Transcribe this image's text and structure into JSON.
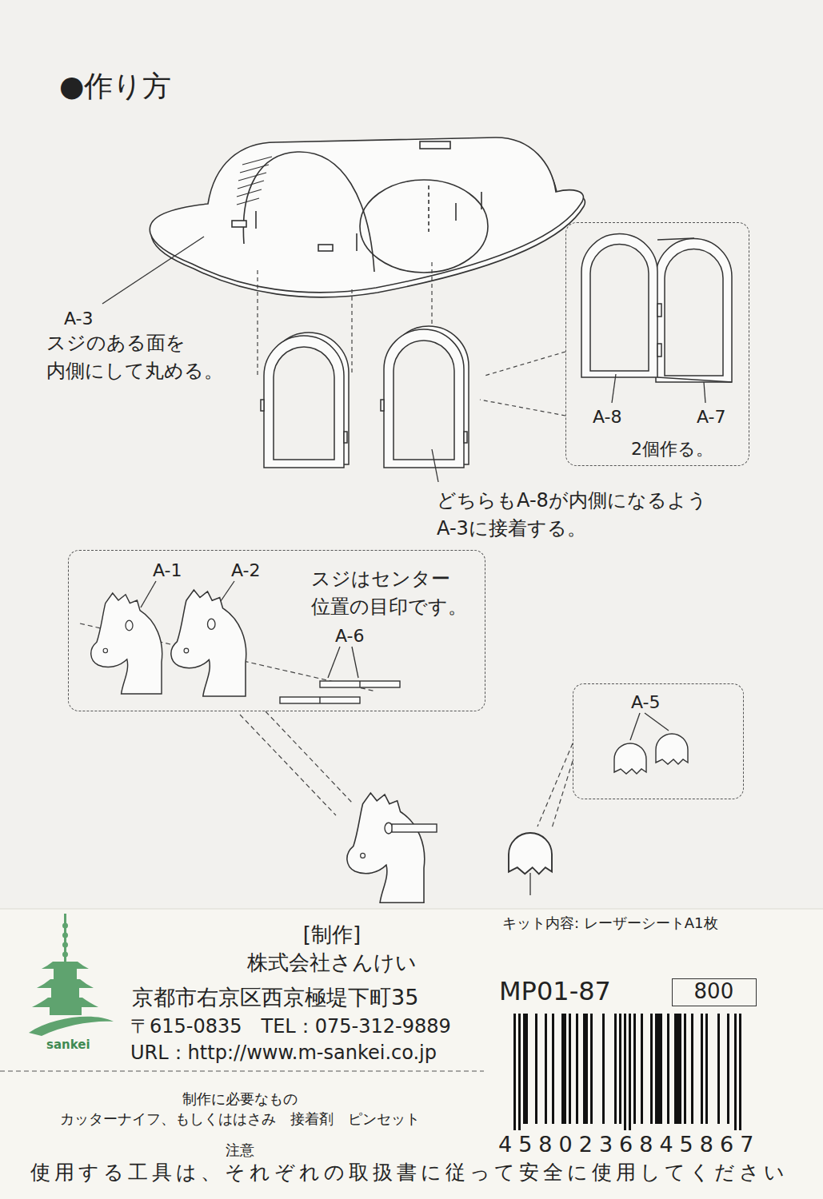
{
  "diagram": {
    "title": "●作り方",
    "nodes": [
      {
        "text": [
          "A-8",
          "A-7",
          "2個作る。"
        ]
      },
      {
        "text": [
          "A-1",
          "A-2",
          "スジはセンター 位置の目印です。",
          "A-6"
        ]
      },
      {
        "text": [
          "A-5"
        ]
      },
      {
        "text": [
          "800"
        ]
      }
    ],
    "labels": [
      "A-3",
      "スジのある面を 内側にして丸める。",
      "どちらもA-8が内側になるよう A-3に接着する。",
      "キット内容: レーザーシートA1枚",
      "[制作]",
      "株式会社さんけい",
      "京都市右京区西京極堤下町35",
      "〒615-0835　TEL：075-312-9889",
      "URL：http://www.m-sankei.co.jp",
      "sankei",
      "MP01-87",
      "4580236845867",
      "制作に必要なもの",
      "カッターナイフ、もしくははさみ　接着剤　ピンセット",
      "注意",
      "使用する工具は、それぞれの取扱書に従って安全に使用してください"
    ]
  }
}
